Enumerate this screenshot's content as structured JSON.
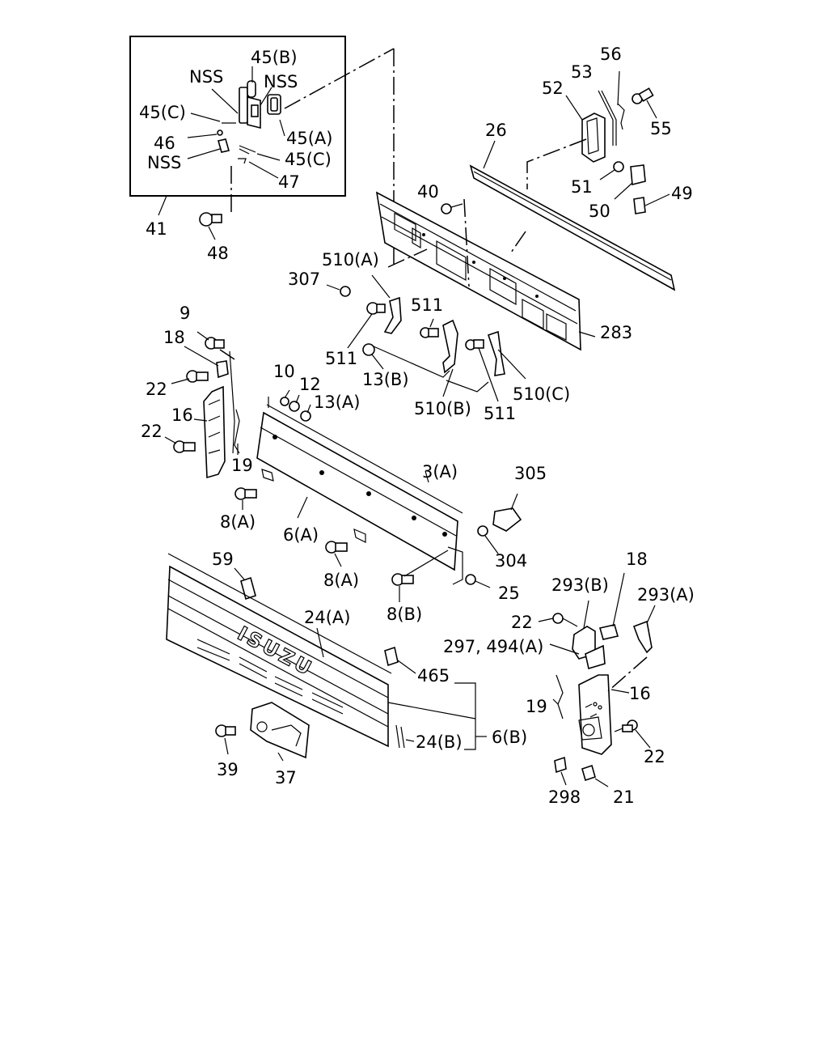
{
  "diagram": {
    "emblem_text": "ISUZU",
    "labels": {
      "l45b": "45(B)",
      "nss1": "NSS",
      "nss2": "NSS",
      "l45c1": "45(C)",
      "l45a": "45(A)",
      "l46": "46",
      "nss3": "NSS",
      "l45c2": "45(C)",
      "l47": "47",
      "l41": "41",
      "l48": "48",
      "l56": "56",
      "l53": "53",
      "l52": "52",
      "l55": "55",
      "l26": "26",
      "l51": "51",
      "l50": "50",
      "l49": "49",
      "l40": "40",
      "l510a": "510(A)",
      "l307": "307",
      "l511a": "511",
      "l511b": "511",
      "l283": "283",
      "l13b": "13(B)",
      "l510b": "510(B)",
      "l511c": "511",
      "l510c": "510(C)",
      "l9": "9",
      "l18a": "18",
      "l22a": "22",
      "l16a": "16",
      "l22b": "22",
      "l19a": "19",
      "l10": "10",
      "l12": "12",
      "l13a": "13(A)",
      "l3a": "3(A)",
      "l305": "305",
      "l8a1": "8(A)",
      "l6a": "6(A)",
      "l304": "304",
      "l59": "59",
      "l8a2": "8(A)",
      "l25": "25",
      "l8b": "8(B)",
      "l18b": "18",
      "l293b": "293(B)",
      "l293a": "293(A)",
      "l24a": "24(A)",
      "l22c": "22",
      "l297": "297, 494(A)",
      "l465": "465",
      "l16b": "16",
      "l19b": "19",
      "l6b": "6(B)",
      "l24b": "24(B)",
      "l22d": "22",
      "l39": "39",
      "l37": "37",
      "l298": "298",
      "l21": "21"
    }
  }
}
